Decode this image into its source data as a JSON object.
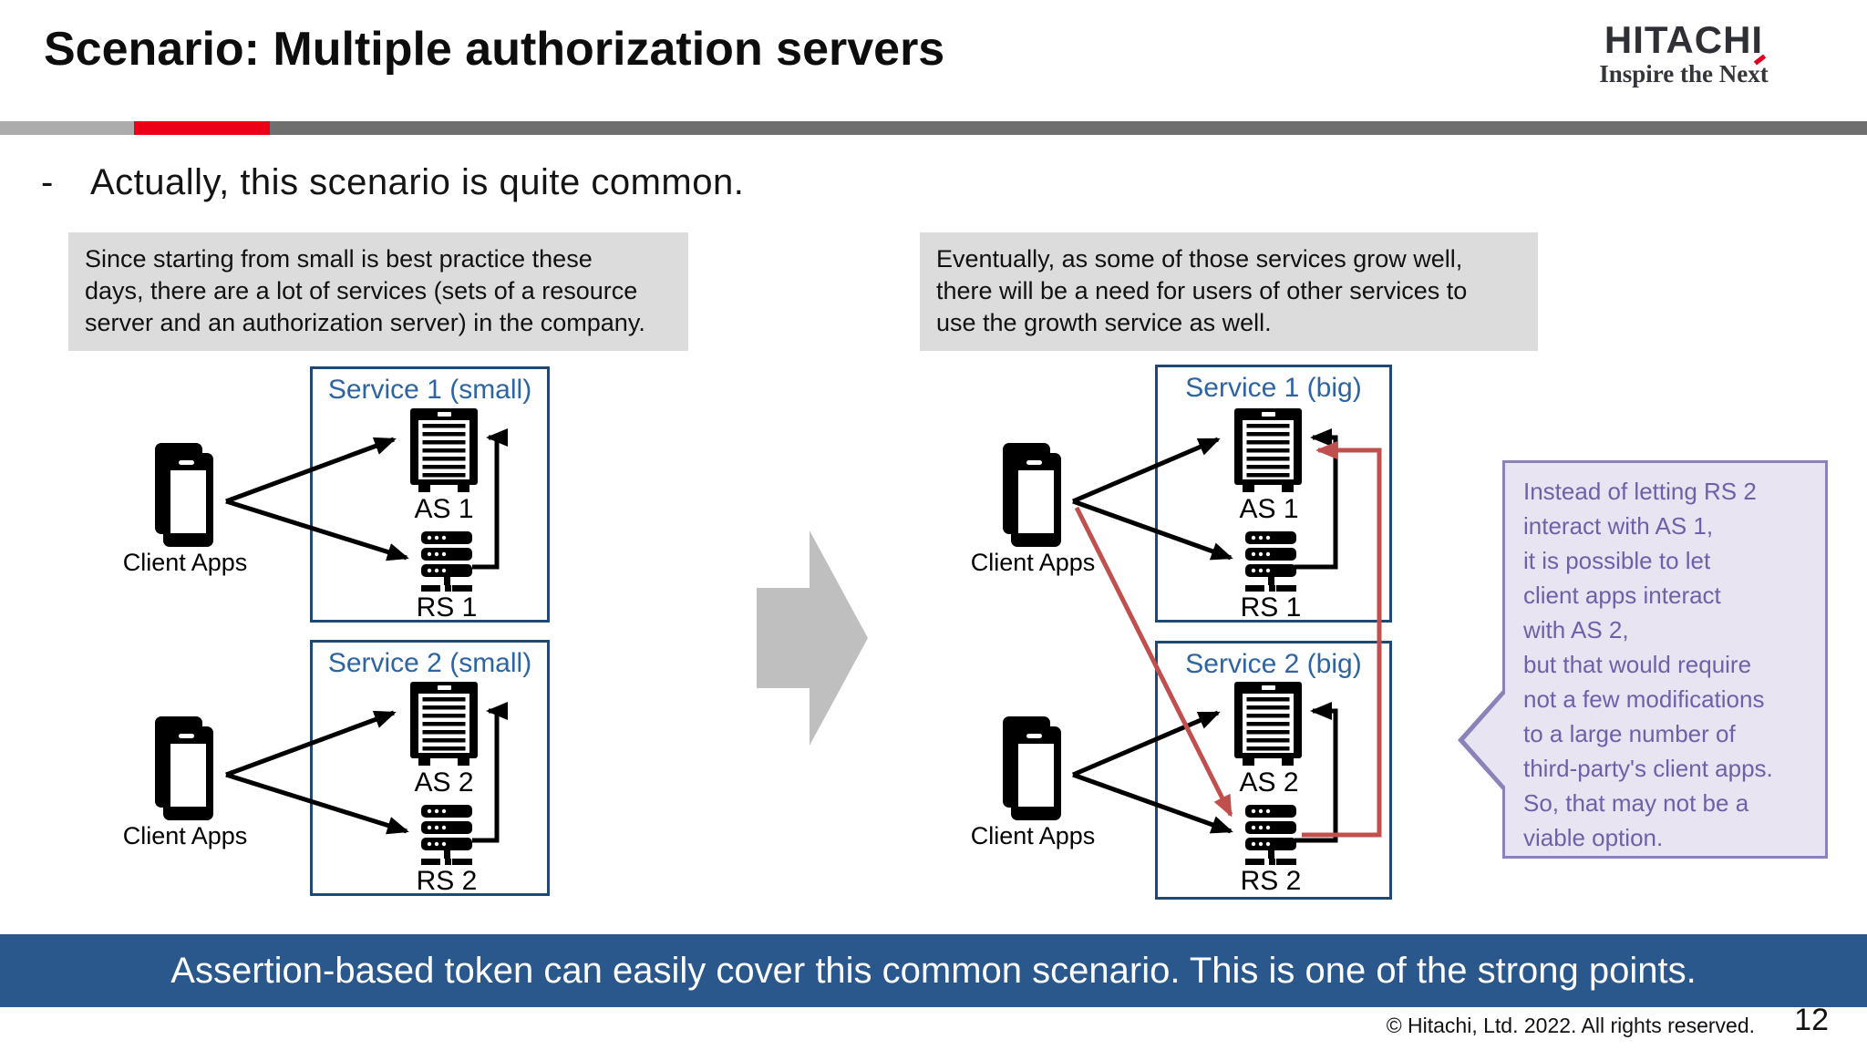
{
  "slide": {
    "title": "Scenario: Multiple authorization servers",
    "banner": "Assertion-based token can easily cover this common scenario. This is one of the strong points.",
    "footer_copyright": "© Hitachi, Ltd. 2022. All rights reserved.",
    "page_number": "12"
  },
  "logo": {
    "brand": "HITACHI",
    "tagline": "Inspire the Next"
  },
  "bullet": {
    "marker": "-",
    "text": "Actually, this scenario is quite common."
  },
  "notes": {
    "left": "Since starting from small is best practice these\ndays, there are a lot of services (sets of a resource\nserver and an authorization server) in the company.",
    "right": "Eventually, as some of those services grow well,\nthere will be a need for users of other services to\nuse the growth service as well."
  },
  "diagram": {
    "services": [
      {
        "title": "Service 1 (small)",
        "as_label": "AS 1",
        "rs_label": "RS 1",
        "client_label": "Client Apps"
      },
      {
        "title": "Service 2 (small)",
        "as_label": "AS 2",
        "rs_label": "RS 2",
        "client_label": "Client Apps"
      },
      {
        "title": "Service 1 (big)",
        "as_label": "AS 1",
        "rs_label": "RS 1",
        "client_label": "Client Apps"
      },
      {
        "title": "Service 2 (big)",
        "as_label": "AS 2",
        "rs_label": "RS 2",
        "client_label": "Client Apps"
      }
    ],
    "icons": {
      "client": "smartphone-stack-icon",
      "as": "mainframe-server-icon",
      "rs": "rack-server-icon",
      "transition": "block-arrow-right-icon"
    }
  },
  "callout": {
    "text": "Instead of letting RS 2\ninteract with AS 1,\nit is possible to let\nclient apps interact\nwith AS 2,\nbut that would require\nnot a few modifications\nto a large number of\nthird-party's client apps.\nSo, that may not be a\nviable option."
  },
  "colors": {
    "accent_red": "#EC0017",
    "divider_light_gray": "#ACACAC",
    "divider_dark_gray": "#6F6F6F",
    "service_border_blue": "#1F4874",
    "service_title_blue": "#2D64A3",
    "banner_blue": "#2A588C",
    "note_gray": "#DCDCDC",
    "callout_purple_text": "#6F61A9",
    "callout_purple_border": "#8A82B8",
    "callout_lavender_bg": "#E8E4F1",
    "connector_red": "#C0504D",
    "block_arrow_gray": "#BFBFBF"
  }
}
